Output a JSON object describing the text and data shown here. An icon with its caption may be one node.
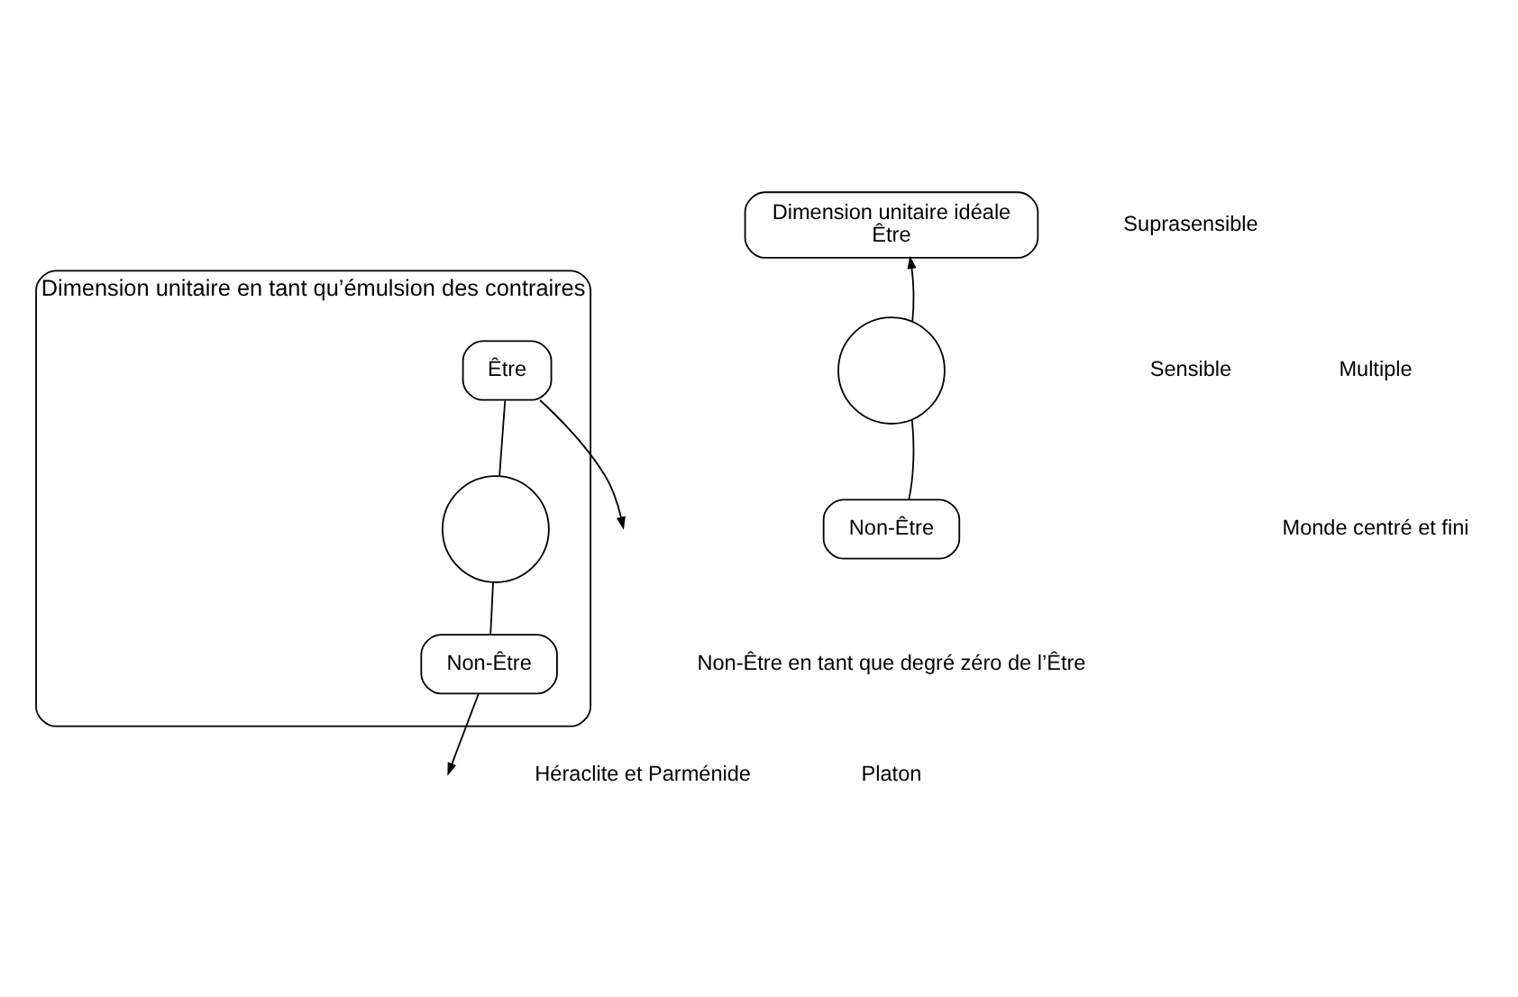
{
  "diagram": {
    "nodes": [
      {
        "text": [
          "Dimension unitaire en tant qu’émulsion des contraires"
        ]
      },
      {
        "text": [
          "Être"
        ],
        "in": 0
      },
      {
        "text": [],
        "shape": "circle",
        "in": 0
      },
      {
        "text": [
          "Non-Être"
        ],
        "in": 0
      },
      {
        "text": [
          "Dimension unitaire idéale",
          "Être"
        ]
      },
      {
        "text": [],
        "shape": "circle"
      },
      {
        "text": [
          "Non-Être"
        ]
      }
    ],
    "edges": [
      {
        "from": 1,
        "to": 2,
        "arrow": "none"
      },
      {
        "from": 2,
        "to": 3,
        "arrow": "none"
      },
      {
        "from": 1,
        "to": null,
        "arrow": "to"
      },
      {
        "from": 3,
        "to": null,
        "arrow": "to"
      },
      {
        "from": 6,
        "to": 5,
        "arrow": "none"
      },
      {
        "from": 5,
        "to": 4,
        "arrow": "to"
      }
    ],
    "labels": [
      "Multiple",
      "Monde centré et fini",
      "Suprasensible",
      "Sensible",
      "Non-Être en tant que degré zéro de l’Être",
      "Héraclite et Parménide",
      "Platon"
    ]
  }
}
